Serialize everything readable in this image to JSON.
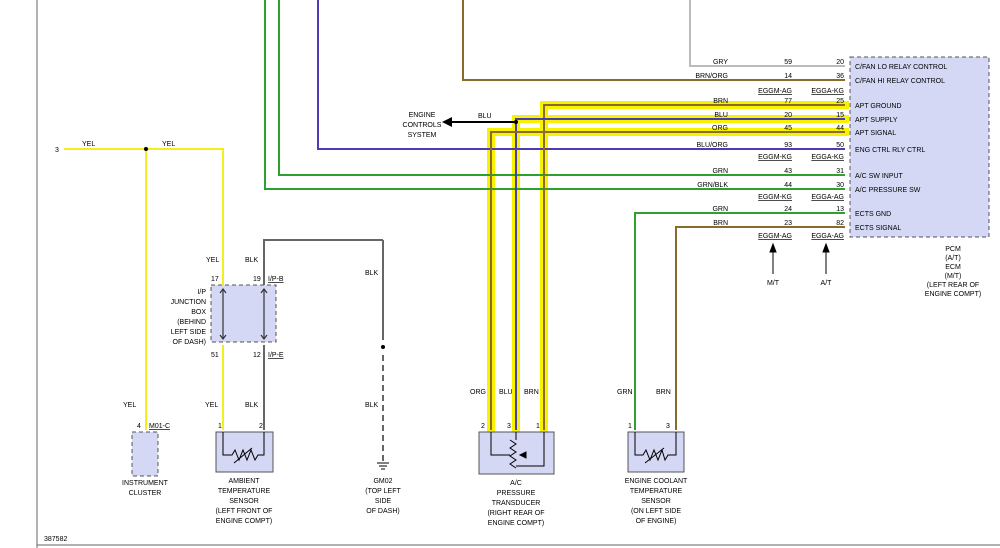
{
  "diagram_id": "387582",
  "colors": {
    "gry": "#bbbbbb",
    "brn": "#8b6a2e",
    "blu": "#4b3bb5",
    "grn": "#2ea02e",
    "yel": "#f4ee1c",
    "highlight": "#f7f200",
    "blk": "#666666",
    "component_fill": "#d5d8f5",
    "box_border": "#555555"
  },
  "pcm": {
    "pins": [
      {
        "num": "20",
        "label": "C/FAN LO RELAY CONTROL"
      },
      {
        "num": "36",
        "label": "C/FAN HI RELAY CONTROL"
      },
      {
        "num": "25",
        "label": "APT GROUND"
      },
      {
        "num": "15",
        "label": "APT SUPPLY"
      },
      {
        "num": "44",
        "label": "APT SIGNAL"
      },
      {
        "num": "50",
        "label": "ENG CTRL RLY CTRL"
      },
      {
        "num": "31",
        "label": "A/C SW INPUT"
      },
      {
        "num": "30",
        "label": "A/C PRESSURE SW"
      },
      {
        "num": "13",
        "label": "ECTS GND"
      },
      {
        "num": "82",
        "label": "ECTS SIGNAL"
      }
    ],
    "name_lines": [
      "PCM",
      "(A/T)",
      "ECM",
      "(M/T)",
      "(LEFT REAR OF",
      "ENGINE COMPT)"
    ]
  },
  "wires": [
    {
      "color": "GRY",
      "ecm_pin": "59"
    },
    {
      "color": "BRN/ORG",
      "ecm_pin": "14"
    },
    {
      "color": "BRN",
      "ecm_pin": "77"
    },
    {
      "color": "BLU",
      "ecm_pin": "20"
    },
    {
      "color": "ORG",
      "ecm_pin": "45"
    },
    {
      "color": "BLU/ORG",
      "ecm_pin": "93"
    },
    {
      "color": "GRN",
      "ecm_pin": "43"
    },
    {
      "color": "GRN/BLK",
      "ecm_pin": "44"
    },
    {
      "color": "GRN",
      "ecm_pin": "24"
    },
    {
      "color": "BRN",
      "ecm_pin": "23"
    }
  ],
  "connector_labels": {
    "eggm_ag": "EGGM-AG",
    "egga_kg": "EGGA-KG",
    "eggm_kg": "EGGM-KG",
    "egga_ag": "EGGA-AG"
  },
  "trans_labels": {
    "mt": "M/T",
    "at": "A/T"
  },
  "engine_controls": {
    "lines": [
      "ENGINE",
      "CONTROLS",
      "SYSTEM"
    ],
    "wire_color": "BLU"
  },
  "left_circuit": {
    "circuit_num": "3",
    "yel": "YEL",
    "blk": "BLK",
    "pin_17": "17",
    "pin_19": "19",
    "ip_b": "I/P-B",
    "pin_51": "51",
    "pin_12": "12",
    "ip_e": "I/P-E",
    "junction_box_lines": [
      "I/P",
      "JUNCTION",
      "BOX",
      "(BEHIND",
      "LEFT SIDE",
      "OF DASH)"
    ]
  },
  "instrument_cluster": {
    "pin": "4",
    "connector": "M01-C",
    "wire": "YEL",
    "lines": [
      "INSTRUMENT",
      "CLUSTER"
    ]
  },
  "ambient_sensor": {
    "pin1": "1",
    "pin2": "2",
    "lines": [
      "AMBIENT",
      "TEMPERATURE",
      "SENSOR",
      "(LEFT FRONT OF",
      "ENGINE COMPT)"
    ]
  },
  "ground": {
    "wire": "BLK",
    "lines": [
      "GM02",
      "(TOP LEFT",
      "SIDE",
      "OF DASH)"
    ]
  },
  "ac_transducer": {
    "wires": [
      "ORG",
      "BLU",
      "BRN"
    ],
    "pins": [
      "2",
      "3",
      "1"
    ],
    "lines": [
      "A/C",
      "PRESSURE",
      "TRANSDUCER",
      "(RIGHT REAR OF",
      "ENGINE COMPT)"
    ]
  },
  "ects": {
    "wires": [
      "GRN",
      "BRN"
    ],
    "pins": [
      "1",
      "3"
    ],
    "lines": [
      "ENGINE COOLANT",
      "TEMPERATURE",
      "SENSOR",
      "(ON LEFT SIDE",
      "OF ENGINE)"
    ]
  }
}
